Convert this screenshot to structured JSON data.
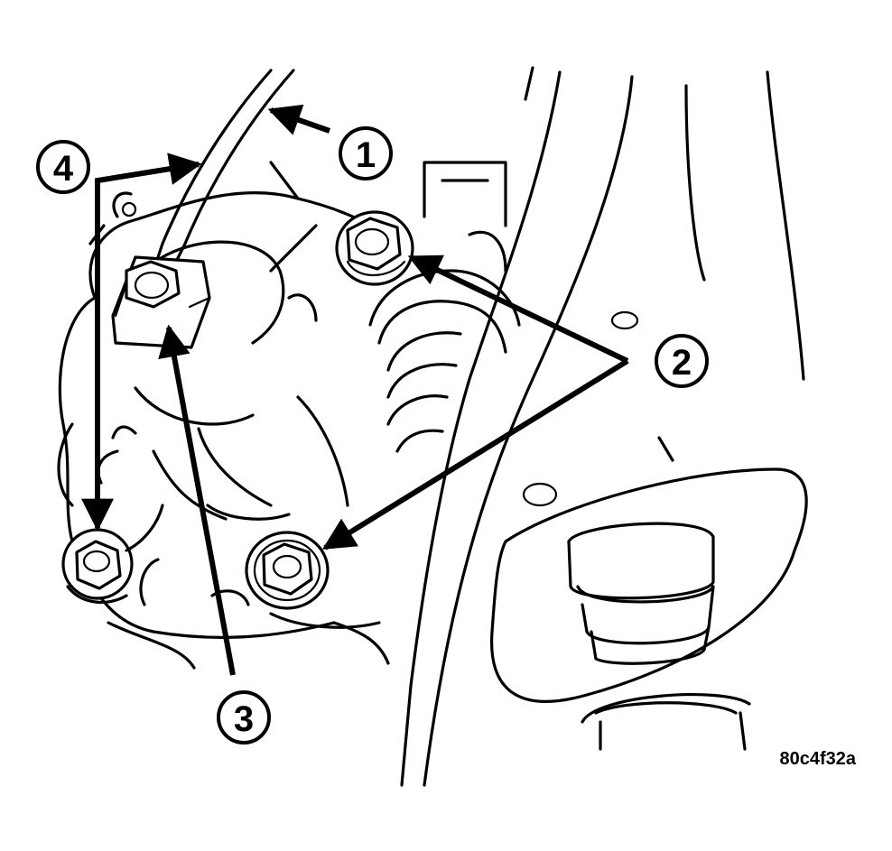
{
  "callouts": [
    {
      "id": "1",
      "label": "1"
    },
    {
      "id": "2",
      "label": "2"
    },
    {
      "id": "3",
      "label": "3"
    },
    {
      "id": "4",
      "label": "4"
    }
  ],
  "figure_id": "80c4f32a",
  "colors": {
    "ink": "#000000",
    "paper": "#ffffff"
  }
}
